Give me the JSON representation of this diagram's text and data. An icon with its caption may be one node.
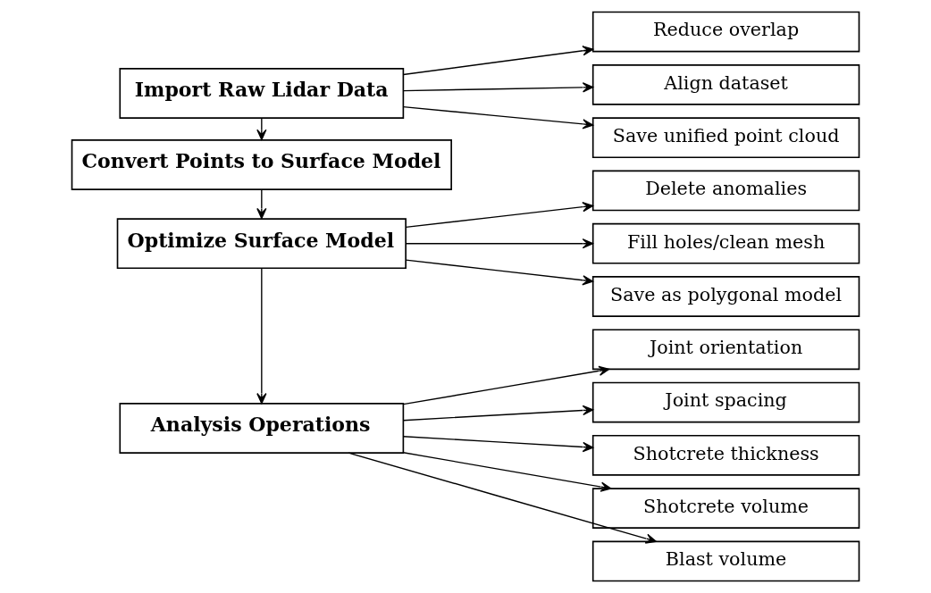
{
  "diagram": {
    "nodes": [
      {
        "text": [
          "Import Raw Lidar Data"
        ]
      },
      {
        "text": [
          "Reduce overlap"
        ]
      },
      {
        "text": [
          "Align dataset"
        ]
      },
      {
        "text": [
          "Save unified point cloud"
        ]
      },
      {
        "text": [
          "Convert Points to Surface Model"
        ]
      },
      {
        "text": [
          "Optimize Surface Model"
        ]
      },
      {
        "text": [
          "Delete anomalies"
        ]
      },
      {
        "text": [
          "Fill holes/clean mesh"
        ]
      },
      {
        "text": [
          "Save as polygonal model"
        ]
      },
      {
        "text": [
          "Analysis Operations"
        ]
      },
      {
        "text": [
          "Joint orientation"
        ]
      },
      {
        "text": [
          "Joint spacing"
        ]
      },
      {
        "text": [
          "Shotcrete thickness"
        ]
      },
      {
        "text": [
          "Shotcrete volume"
        ]
      },
      {
        "text": [
          "Blast volume"
        ]
      }
    ],
    "edges": [
      {
        "from": 0,
        "to": 1,
        "arrow": "to"
      },
      {
        "from": 0,
        "to": 2,
        "arrow": "to"
      },
      {
        "from": 0,
        "to": 3,
        "arrow": "to"
      },
      {
        "from": 0,
        "to": 4,
        "arrow": "to"
      },
      {
        "from": 4,
        "to": 5,
        "arrow": "to"
      },
      {
        "from": 5,
        "to": 6,
        "arrow": "to"
      },
      {
        "from": 5,
        "to": 7,
        "arrow": "to"
      },
      {
        "from": 5,
        "to": 8,
        "arrow": "to"
      },
      {
        "from": 5,
        "to": 9,
        "arrow": "to"
      },
      {
        "from": 9,
        "to": 10,
        "arrow": "to"
      },
      {
        "from": 9,
        "to": 11,
        "arrow": "to"
      },
      {
        "from": 9,
        "to": 12,
        "arrow": "to"
      },
      {
        "from": 9,
        "to": 13,
        "arrow": "to"
      },
      {
        "from": 9,
        "to": 14,
        "arrow": "to"
      }
    ]
  }
}
